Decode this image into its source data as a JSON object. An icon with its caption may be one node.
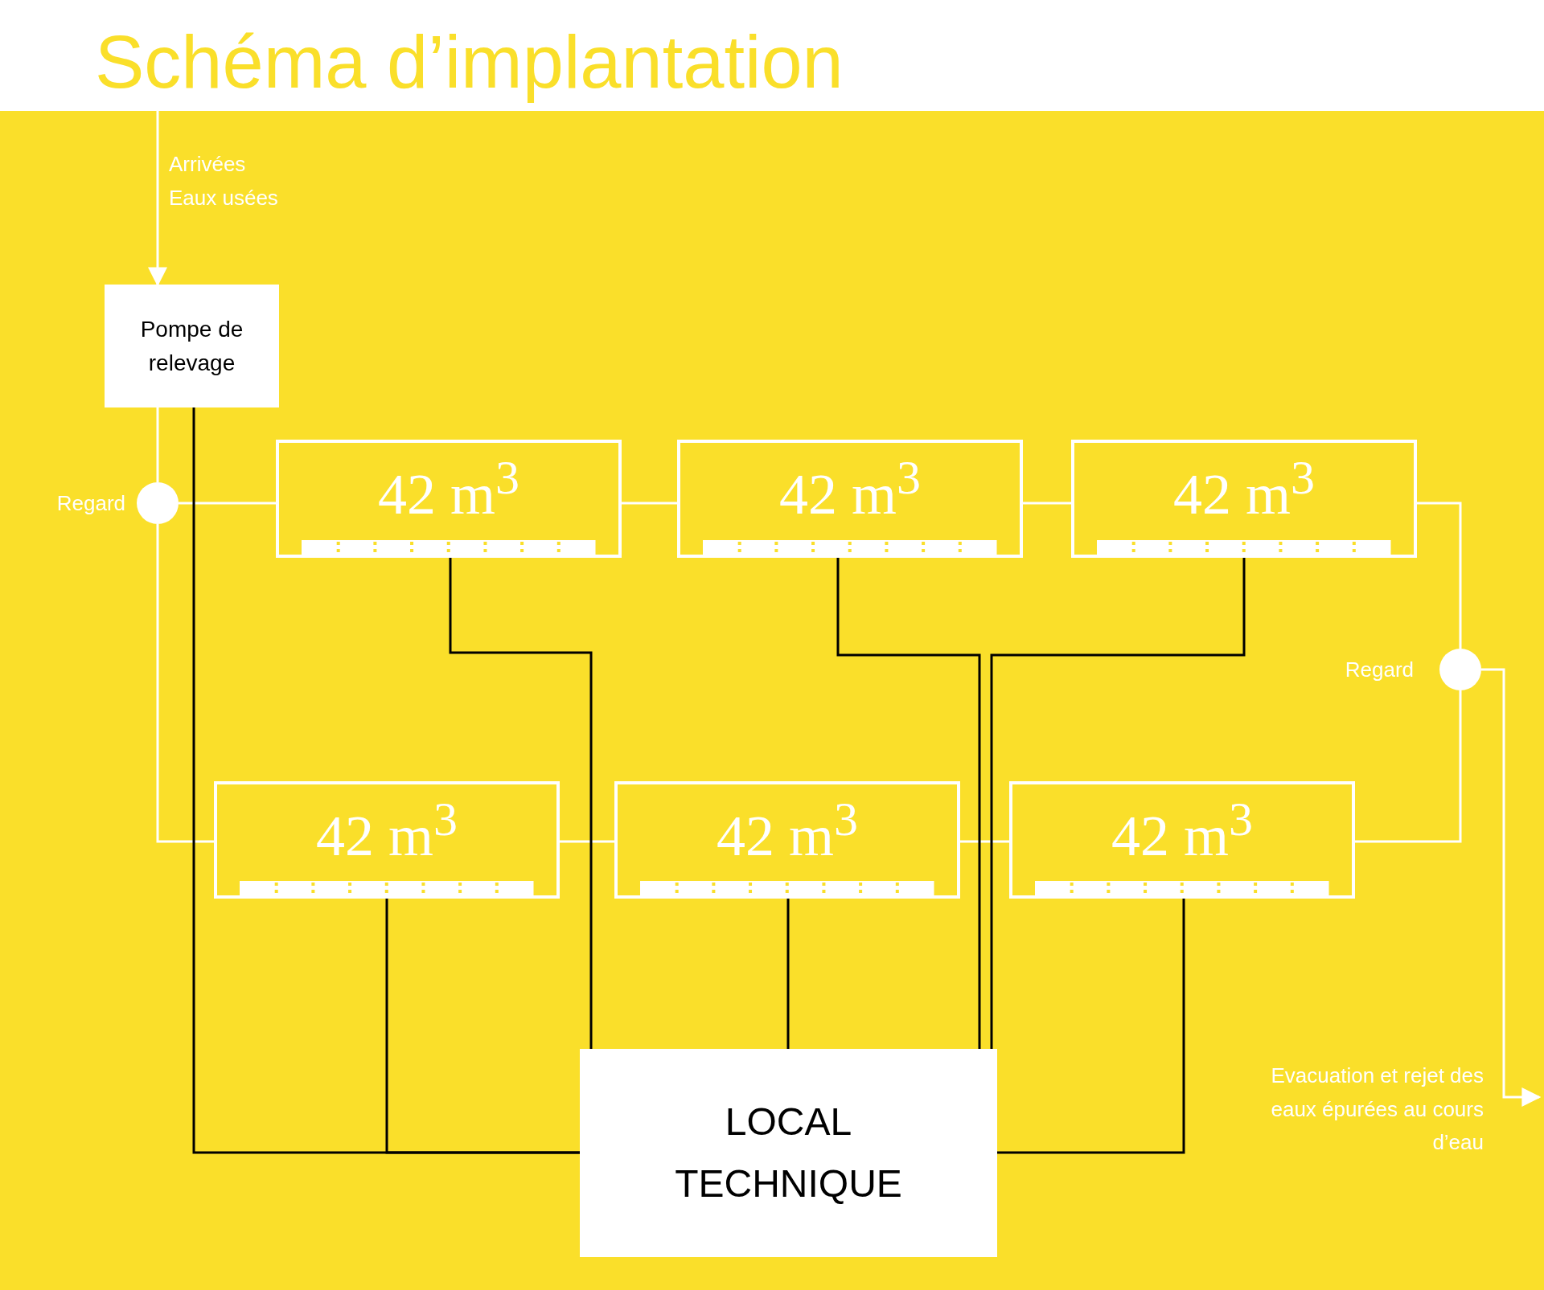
{
  "diagram": {
    "title": "Schéma d’implantation",
    "nodes": [
      {
        "text": [
          "Pompe de relevage"
        ]
      },
      {
        "text": [],
        "shape": "circle",
        "beside": [
          "Regard"
        ]
      },
      {
        "text": [
          "42 m$^{3}$"
        ]
      },
      {
        "text": [
          "42 m$^{3}$"
        ]
      },
      {
        "text": [
          "42 m$^{3}$"
        ]
      },
      {
        "text": [],
        "shape": "circle",
        "beside": [
          "Regard"
        ]
      },
      {
        "text": [
          "42 m$^{3}$"
        ]
      },
      {
        "text": [
          "42 m$^{3}$"
        ]
      },
      {
        "text": [
          "42 m$^{3}$"
        ]
      },
      {
        "text": [
          "LOCAL TECHNIQUE"
        ]
      }
    ],
    "edges": [
      {
        "from": null,
        "to": 0,
        "arrow": "to",
        "label": "Arrivées Eaux usées"
      },
      {
        "from": 0,
        "to": 1,
        "arrow": "none"
      },
      {
        "from": 1,
        "to": 2,
        "arrow": "none"
      },
      {
        "from": 2,
        "to": 3,
        "arrow": "none"
      },
      {
        "from": 3,
        "to": 4,
        "arrow": "none"
      },
      {
        "from": 4,
        "to": 5,
        "arrow": "none"
      },
      {
        "from": 1,
        "to": 6,
        "arrow": "none"
      },
      {
        "from": 6,
        "to": 7,
        "arrow": "none"
      },
      {
        "from": 7,
        "to": 8,
        "arrow": "none"
      },
      {
        "from": 8,
        "to": 5,
        "arrow": "none"
      },
      {
        "from": 5,
        "to": null,
        "arrow": "to",
        "label": "Evacuation et rejet des eaux épurées au cours d’eau"
      },
      {
        "from": 0,
        "to": 9,
        "arrow": "none",
        "color": "#000000"
      },
      {
        "from": 6,
        "to": 9,
        "arrow": "none",
        "color": "#000000"
      },
      {
        "from": 2,
        "to": 9,
        "arrow": "none",
        "color": "#000000"
      },
      {
        "from": 3,
        "to": 9,
        "arrow": "none",
        "color": "#000000"
      },
      {
        "from": 4,
        "to": 9,
        "arrow": "none",
        "color": "#000000"
      },
      {
        "from": 7,
        "to": 9,
        "arrow": "none",
        "color": "#000000"
      },
      {
        "from": 8,
        "to": 9,
        "arrow": "none",
        "color": "#000000"
      }
    ]
  }
}
